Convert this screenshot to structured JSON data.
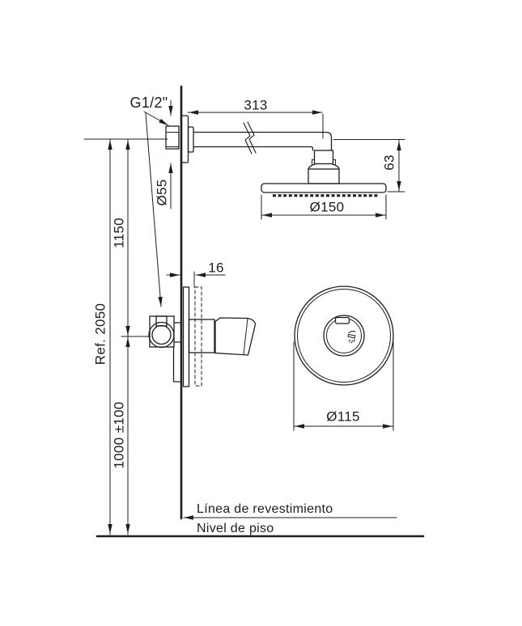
{
  "drawing": {
    "type": "technical-installation-diagram",
    "labels": {
      "thread": "G1/2\"",
      "finish_line": "Línea de revestimiento",
      "floor_line": "Nivel de piso"
    },
    "dimensions": {
      "arm_length": "313",
      "head_drop": "63",
      "escutcheon_diameter": "Ø55",
      "head_diameter": "Ø150",
      "arm_to_valve_height": "1150",
      "reference_total_height": "Ref. 2050",
      "valve_mount_height": "1000 ±100",
      "finish_thickness": "16",
      "trim_plate_diameter": "Ø115"
    },
    "icons": [
      "shower-icon"
    ],
    "colors": {
      "line": "#1d1d1b",
      "background": "#ffffff"
    }
  }
}
